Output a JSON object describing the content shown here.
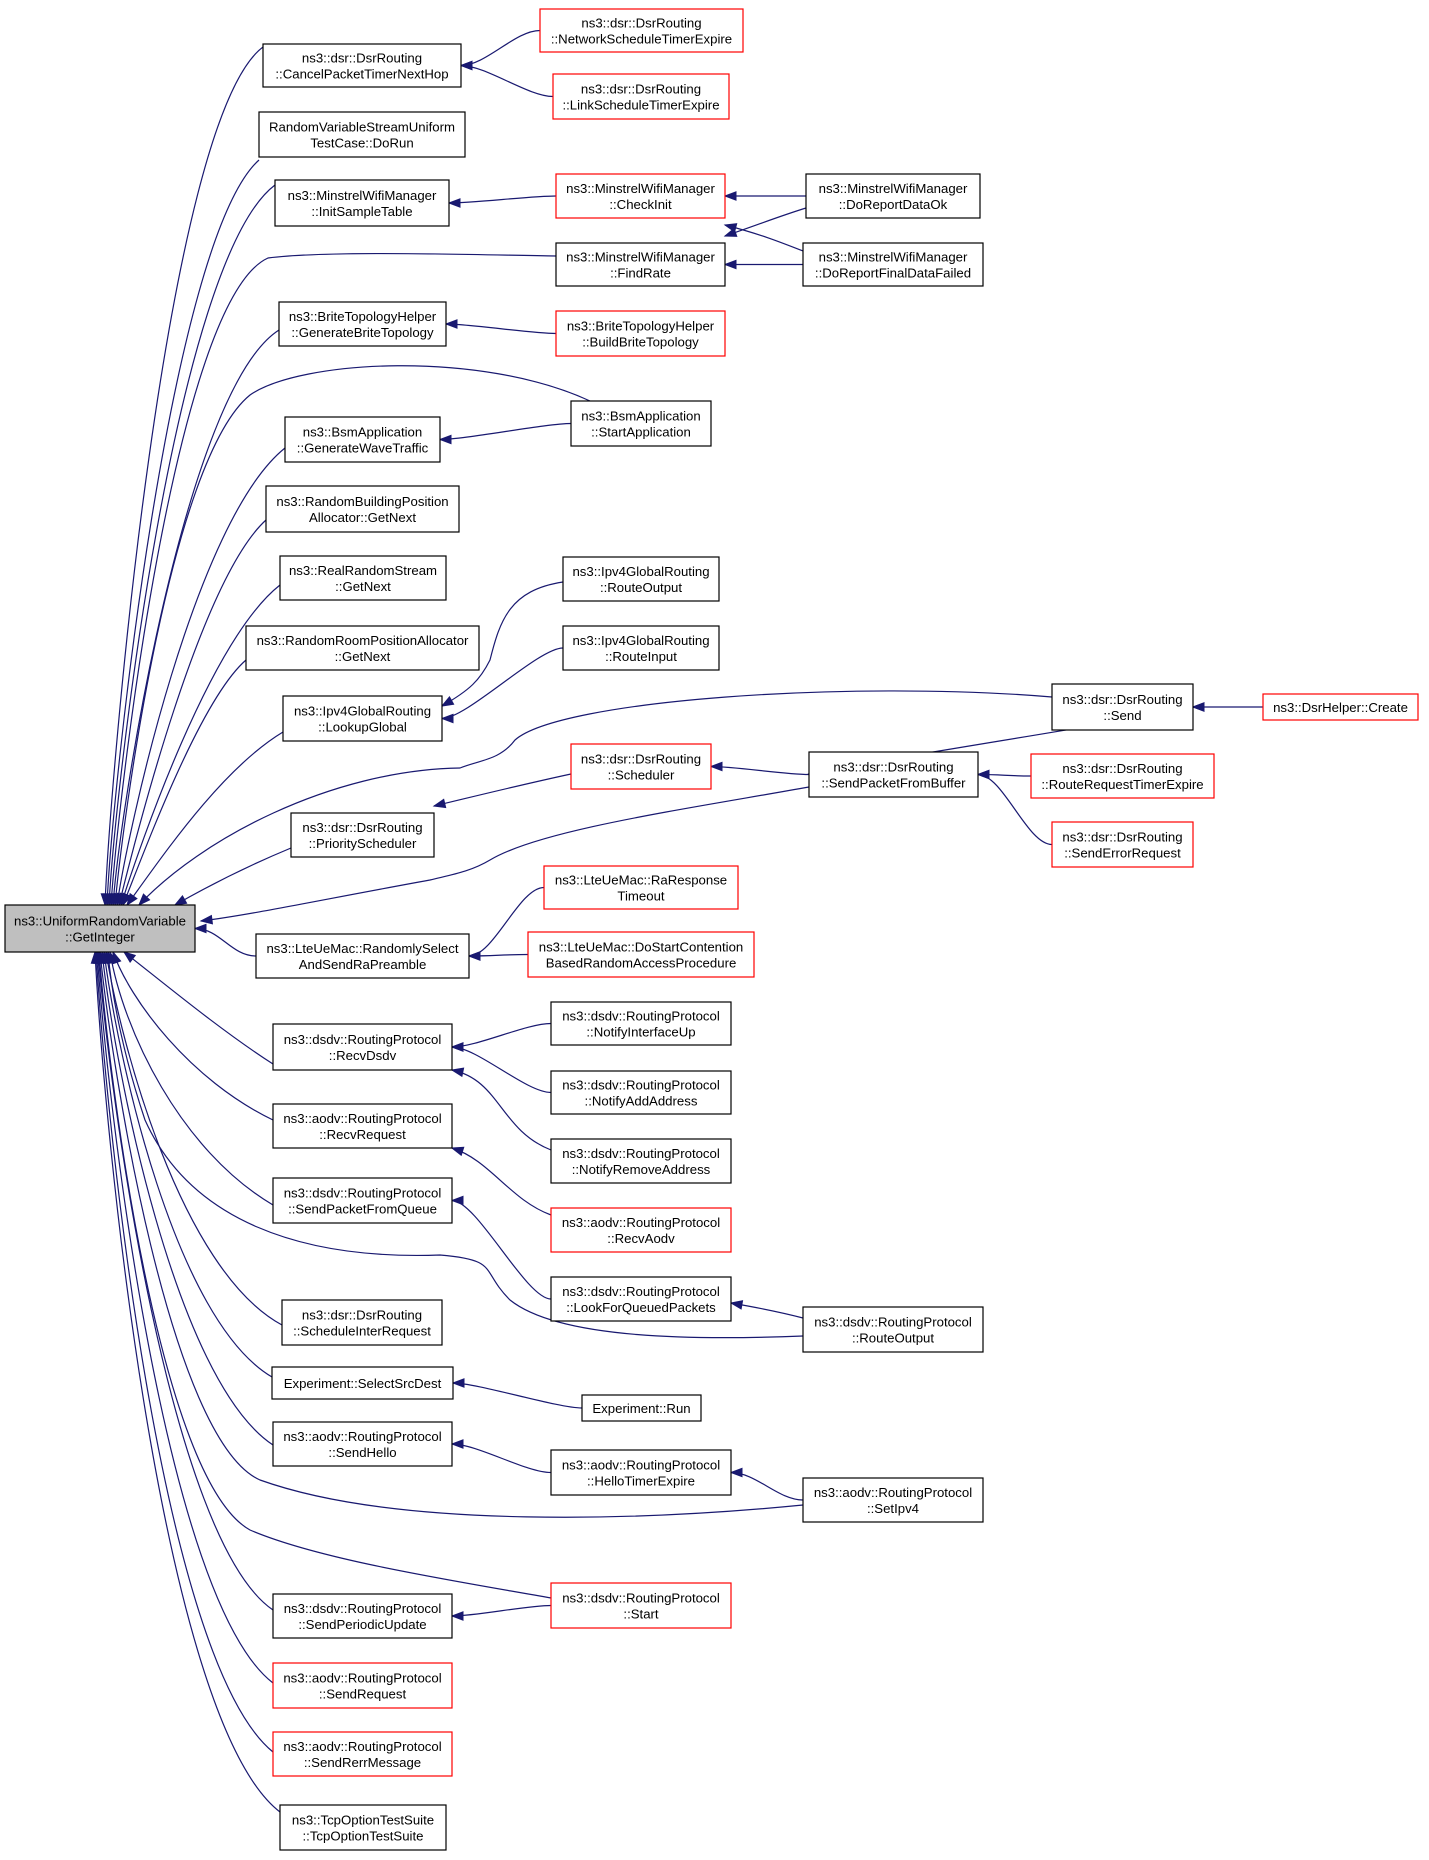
{
  "colors": {
    "edge": "#191970",
    "node_border": "#000000",
    "node_border_truncated": "#ff0000",
    "root_fill": "#bfbfbf",
    "node_fill": "#ffffff",
    "text": "#000000"
  },
  "nodes": [
    {
      "id": "root",
      "line1": "ns3::UniformRandomVariable",
      "line2": "::GetInteger",
      "border": "black",
      "fill": "gray"
    },
    {
      "id": "cancelPacketTimer",
      "line1": "ns3::dsr::DsrRouting",
      "line2": "::CancelPacketTimerNextHop",
      "border": "black"
    },
    {
      "id": "rvsUniformTest",
      "line1": "RandomVariableStreamUniform",
      "line2": "TestCase::DoRun",
      "border": "black"
    },
    {
      "id": "initSampleTable",
      "line1": "ns3::MinstrelWifiManager",
      "line2": "::InitSampleTable",
      "border": "black"
    },
    {
      "id": "generateBriteTopology",
      "line1": "ns3::BriteTopologyHelper",
      "line2": "::GenerateBriteTopology",
      "border": "black"
    },
    {
      "id": "generateWaveTraffic",
      "line1": "ns3::BsmApplication",
      "line2": "::GenerateWaveTraffic",
      "border": "black"
    },
    {
      "id": "randomBuildingGetNext",
      "line1": "ns3::RandomBuildingPosition",
      "line2": "Allocator::GetNext",
      "border": "black"
    },
    {
      "id": "realRandomGetNext",
      "line1": "ns3::RealRandomStream",
      "line2": "::GetNext",
      "border": "black"
    },
    {
      "id": "randomRoomGetNext",
      "line1": "ns3::RandomRoomPositionAllocator",
      "line2": "::GetNext",
      "border": "black"
    },
    {
      "id": "lookupGlobal",
      "line1": "ns3::Ipv4GlobalRouting",
      "line2": "::LookupGlobal",
      "border": "black"
    },
    {
      "id": "priorityScheduler",
      "line1": "ns3::dsr::DsrRouting",
      "line2": "::PriorityScheduler",
      "border": "black"
    },
    {
      "id": "randomlySelect",
      "line1": "ns3::LteUeMac::RandomlySelect",
      "line2": "AndSendRaPreamble",
      "border": "black"
    },
    {
      "id": "recvDsdv",
      "line1": "ns3::dsdv::RoutingProtocol",
      "line2": "::RecvDsdv",
      "border": "black"
    },
    {
      "id": "recvRequest",
      "line1": "ns3::aodv::RoutingProtocol",
      "line2": "::RecvRequest",
      "border": "black"
    },
    {
      "id": "sendPacketFromQueue",
      "line1": "ns3::dsdv::RoutingProtocol",
      "line2": "::SendPacketFromQueue",
      "border": "black"
    },
    {
      "id": "scheduleInterRequest",
      "line1": "ns3::dsr::DsrRouting",
      "line2": "::ScheduleInterRequest",
      "border": "black"
    },
    {
      "id": "selectSrcDest",
      "line1": "Experiment::SelectSrcDest",
      "line2": "",
      "border": "black"
    },
    {
      "id": "sendHello",
      "line1": "ns3::aodv::RoutingProtocol",
      "line2": "::SendHello",
      "border": "black"
    },
    {
      "id": "sendPeriodicUpdate",
      "line1": "ns3::dsdv::RoutingProtocol",
      "line2": "::SendPeriodicUpdate",
      "border": "black"
    },
    {
      "id": "sendRequest",
      "line1": "ns3::aodv::RoutingProtocol",
      "line2": "::SendRequest",
      "border": "red"
    },
    {
      "id": "sendRerrMessage",
      "line1": "ns3::aodv::RoutingProtocol",
      "line2": "::SendRerrMessage",
      "border": "red"
    },
    {
      "id": "tcpOptionTestSuite",
      "line1": "ns3::TcpOptionTestSuite",
      "line2": "::TcpOptionTestSuite",
      "border": "black"
    },
    {
      "id": "networkScheduleTimer",
      "line1": "ns3::dsr::DsrRouting",
      "line2": "::NetworkScheduleTimerExpire",
      "border": "red"
    },
    {
      "id": "linkScheduleTimer",
      "line1": "ns3::dsr::DsrRouting",
      "line2": "::LinkScheduleTimerExpire",
      "border": "red"
    },
    {
      "id": "checkInit",
      "line1": "ns3::MinstrelWifiManager",
      "line2": "::CheckInit",
      "border": "red"
    },
    {
      "id": "findRate",
      "line1": "ns3::MinstrelWifiManager",
      "line2": "::FindRate",
      "border": "black"
    },
    {
      "id": "doReportDataOk",
      "line1": "ns3::MinstrelWifiManager",
      "line2": "::DoReportDataOk",
      "border": "black"
    },
    {
      "id": "doReportFinalDataFailed",
      "line1": "ns3::MinstrelWifiManager",
      "line2": "::DoReportFinalDataFailed",
      "border": "black"
    },
    {
      "id": "buildBriteTopology",
      "line1": "ns3::BriteTopologyHelper",
      "line2": "::BuildBriteTopology",
      "border": "red"
    },
    {
      "id": "startApplication",
      "line1": "ns3::BsmApplication",
      "line2": "::StartApplication",
      "border": "black"
    },
    {
      "id": "routeOutputIpv4",
      "line1": "ns3::Ipv4GlobalRouting",
      "line2": "::RouteOutput",
      "border": "black"
    },
    {
      "id": "routeInputIpv4",
      "line1": "ns3::Ipv4GlobalRouting",
      "line2": "::RouteInput",
      "border": "black"
    },
    {
      "id": "dsrSend",
      "line1": "ns3::dsr::DsrRouting",
      "line2": "::Send",
      "border": "black"
    },
    {
      "id": "dsrHelperCreate",
      "line1": "ns3::DsrHelper::Create",
      "line2": "",
      "border": "red"
    },
    {
      "id": "dsrScheduler",
      "line1": "ns3::dsr::DsrRouting",
      "line2": "::Scheduler",
      "border": "red"
    },
    {
      "id": "sendPacketFromBuffer",
      "line1": "ns3::dsr::DsrRouting",
      "line2": "::SendPacketFromBuffer",
      "border": "black"
    },
    {
      "id": "routeRequestTimerExpire",
      "line1": "ns3::dsr::DsrRouting",
      "line2": "::RouteRequestTimerExpire",
      "border": "red"
    },
    {
      "id": "sendErrorRequest",
      "line1": "ns3::dsr::DsrRouting",
      "line2": "::SendErrorRequest",
      "border": "red"
    },
    {
      "id": "raResponseTimeout",
      "line1": "ns3::LteUeMac::RaResponse",
      "line2": "Timeout",
      "border": "red"
    },
    {
      "id": "doStartContention",
      "line1": "ns3::LteUeMac::DoStartContention",
      "line2": "BasedRandomAccessProcedure",
      "border": "red"
    },
    {
      "id": "notifyInterfaceUp",
      "line1": "ns3::dsdv::RoutingProtocol",
      "line2": "::NotifyInterfaceUp",
      "border": "black"
    },
    {
      "id": "notifyAddAddress",
      "line1": "ns3::dsdv::RoutingProtocol",
      "line2": "::NotifyAddAddress",
      "border": "black"
    },
    {
      "id": "notifyRemoveAddress",
      "line1": "ns3::dsdv::RoutingProtocol",
      "line2": "::NotifyRemoveAddress",
      "border": "black"
    },
    {
      "id": "recvAodv",
      "line1": "ns3::aodv::RoutingProtocol",
      "line2": "::RecvAodv",
      "border": "red"
    },
    {
      "id": "lookForQueuedPackets",
      "line1": "ns3::dsdv::RoutingProtocol",
      "line2": "::LookForQueuedPackets",
      "border": "black"
    },
    {
      "id": "dsdvRouteOutput",
      "line1": "ns3::dsdv::RoutingProtocol",
      "line2": "::RouteOutput",
      "border": "black"
    },
    {
      "id": "experimentRun",
      "line1": "Experiment::Run",
      "line2": "",
      "border": "black"
    },
    {
      "id": "helloTimerExpire",
      "line1": "ns3::aodv::RoutingProtocol",
      "line2": "::HelloTimerExpire",
      "border": "black"
    },
    {
      "id": "setIpv4",
      "line1": "ns3::aodv::RoutingProtocol",
      "line2": "::SetIpv4",
      "border": "black"
    },
    {
      "id": "dsdvStart",
      "line1": "ns3::dsdv::RoutingProtocol",
      "line2": "::Start",
      "border": "red"
    }
  ],
  "edges": [
    {
      "from": "cancelPacketTimer",
      "to": "root"
    },
    {
      "from": "rvsUniformTest",
      "to": "root"
    },
    {
      "from": "initSampleTable",
      "to": "root"
    },
    {
      "from": "findRate",
      "to": "root"
    },
    {
      "from": "generateBriteTopology",
      "to": "root"
    },
    {
      "from": "startApplication",
      "to": "root"
    },
    {
      "from": "generateWaveTraffic",
      "to": "root"
    },
    {
      "from": "randomBuildingGetNext",
      "to": "root"
    },
    {
      "from": "realRandomGetNext",
      "to": "root"
    },
    {
      "from": "randomRoomGetNext",
      "to": "root"
    },
    {
      "from": "lookupGlobal",
      "to": "root"
    },
    {
      "from": "dsrSend",
      "to": "root"
    },
    {
      "from": "priorityScheduler",
      "to": "root"
    },
    {
      "from": "sendPacketFromBuffer",
      "to": "root"
    },
    {
      "from": "randomlySelect",
      "to": "root"
    },
    {
      "from": "recvDsdv",
      "to": "root"
    },
    {
      "from": "recvRequest",
      "to": "root"
    },
    {
      "from": "sendPacketFromQueue",
      "to": "root"
    },
    {
      "from": "dsdvRouteOutput",
      "to": "root"
    },
    {
      "from": "scheduleInterRequest",
      "to": "root"
    },
    {
      "from": "selectSrcDest",
      "to": "root"
    },
    {
      "from": "sendHello",
      "to": "root"
    },
    {
      "from": "setIpv4",
      "to": "root"
    },
    {
      "from": "dsdvStart",
      "to": "root"
    },
    {
      "from": "sendPeriodicUpdate",
      "to": "root"
    },
    {
      "from": "sendRequest",
      "to": "root"
    },
    {
      "from": "sendRerrMessage",
      "to": "root"
    },
    {
      "from": "tcpOptionTestSuite",
      "to": "root"
    },
    {
      "from": "networkScheduleTimer",
      "to": "cancelPacketTimer"
    },
    {
      "from": "linkScheduleTimer",
      "to": "cancelPacketTimer"
    },
    {
      "from": "checkInit",
      "to": "initSampleTable"
    },
    {
      "from": "doReportDataOk",
      "to": "checkInit"
    },
    {
      "from": "doReportFinalDataFailed",
      "to": "checkInit"
    },
    {
      "from": "doReportDataOk",
      "to": "findRate"
    },
    {
      "from": "doReportFinalDataFailed",
      "to": "findRate"
    },
    {
      "from": "buildBriteTopology",
      "to": "generateBriteTopology"
    },
    {
      "from": "startApplication",
      "to": "generateWaveTraffic"
    },
    {
      "from": "routeOutputIpv4",
      "to": "lookupGlobal"
    },
    {
      "from": "routeInputIpv4",
      "to": "lookupGlobal"
    },
    {
      "from": "dsrHelperCreate",
      "to": "dsrSend"
    },
    {
      "from": "sendPacketFromBuffer",
      "to": "dsrSend"
    },
    {
      "from": "dsrScheduler",
      "to": "priorityScheduler"
    },
    {
      "from": "sendPacketFromBuffer",
      "to": "dsrScheduler"
    },
    {
      "from": "routeRequestTimerExpire",
      "to": "sendPacketFromBuffer"
    },
    {
      "from": "sendErrorRequest",
      "to": "sendPacketFromBuffer"
    },
    {
      "from": "raResponseTimeout",
      "to": "randomlySelect"
    },
    {
      "from": "doStartContention",
      "to": "randomlySelect"
    },
    {
      "from": "notifyInterfaceUp",
      "to": "recvDsdv"
    },
    {
      "from": "notifyAddAddress",
      "to": "recvDsdv"
    },
    {
      "from": "notifyRemoveAddress",
      "to": "recvDsdv"
    },
    {
      "from": "recvAodv",
      "to": "recvRequest"
    },
    {
      "from": "lookForQueuedPackets",
      "to": "sendPacketFromQueue"
    },
    {
      "from": "dsdvRouteOutput",
      "to": "lookForQueuedPackets"
    },
    {
      "from": "experimentRun",
      "to": "selectSrcDest"
    },
    {
      "from": "helloTimerExpire",
      "to": "sendHello"
    },
    {
      "from": "setIpv4",
      "to": "helloTimerExpire"
    },
    {
      "from": "dsdvStart",
      "to": "sendPeriodicUpdate"
    }
  ]
}
